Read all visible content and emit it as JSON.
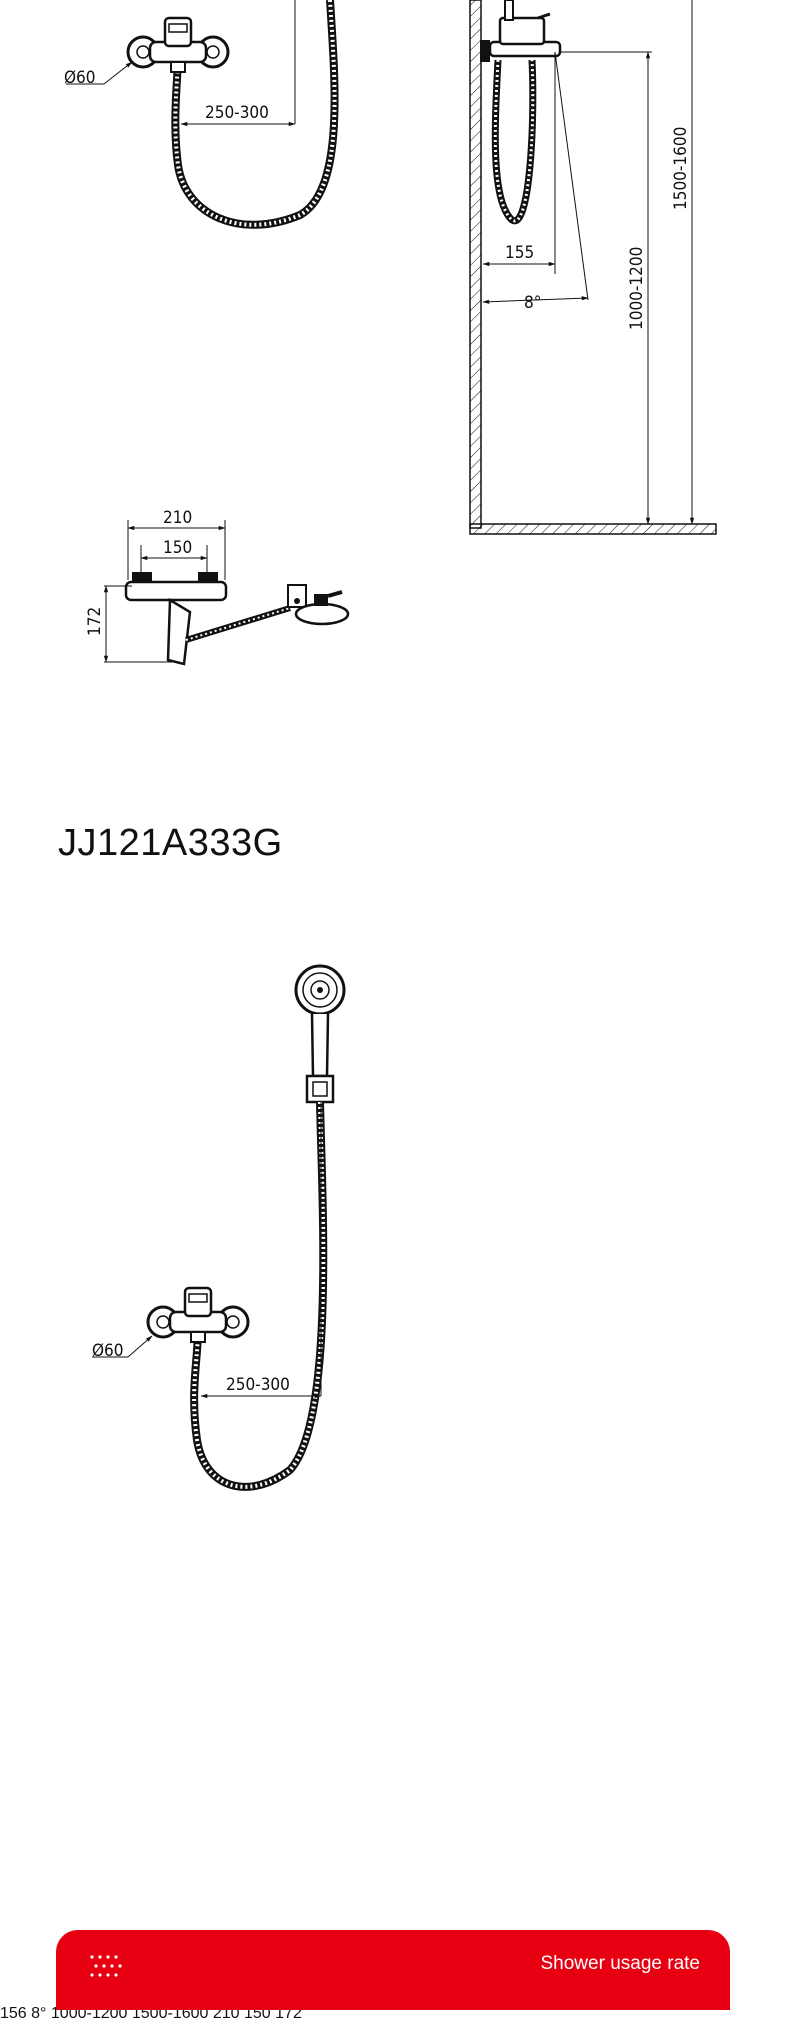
{
  "product_b": {
    "model": "JJ121A333G"
  },
  "footer": {
    "label": "Shower usage rate",
    "icon": "dots-grid-icon",
    "color": "#e60012"
  },
  "dims_a": {
    "diameter": "Ø60",
    "hose_span": "250-300",
    "side_offset": "155",
    "angle": "8°",
    "height_low": "1000-1200",
    "height_high": "1500-1600",
    "width_outer": "210",
    "width_inner": "150",
    "depth": "172"
  },
  "dims_b": {
    "diameter": "Ø60",
    "hose_span": "250-300",
    "side_offset": "156",
    "angle": "8°",
    "height_low": "1000-1200",
    "height_high": "1500-1600",
    "width_outer": "210",
    "width_inner": "150",
    "depth": "172"
  }
}
